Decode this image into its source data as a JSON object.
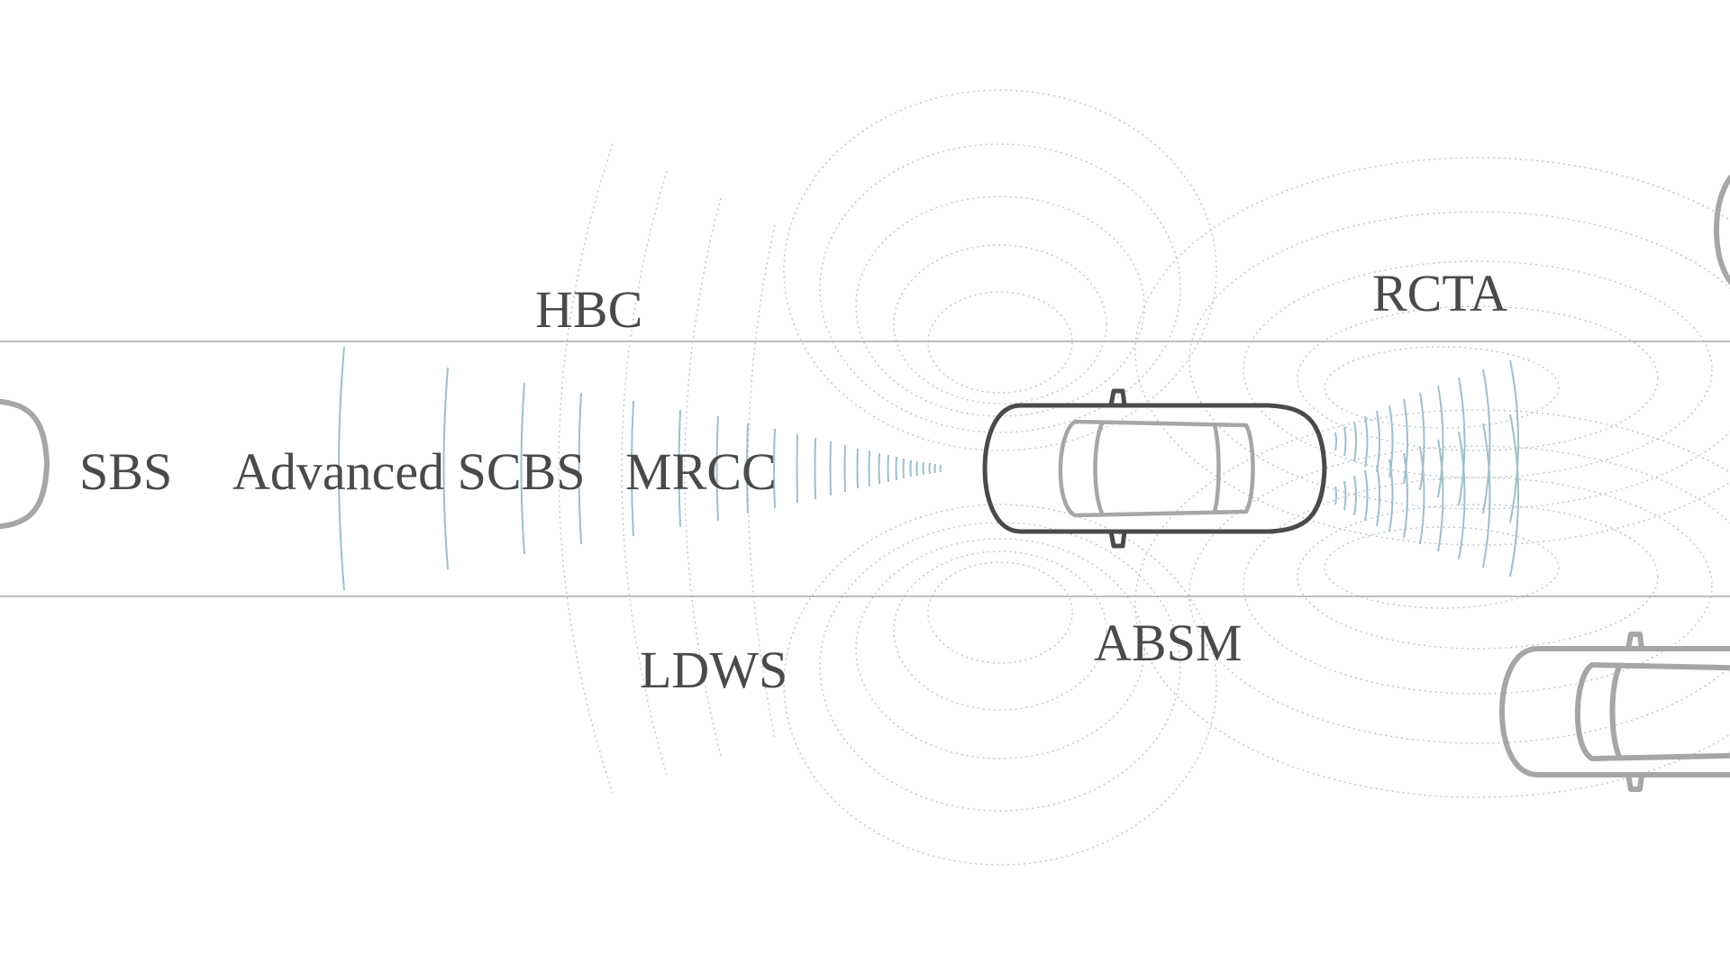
{
  "labels": {
    "sbs": "SBS",
    "advanced_scbs": "Advanced SCBS",
    "mrcc": "MRCC",
    "hbc": "HBC",
    "rcta": "RCTA",
    "ldws": "LDWS",
    "absm": "ABSM"
  },
  "colors": {
    "background": "#ffffff",
    "lane_line": "#a8a8a8",
    "label_text": "#4a4a4a",
    "ego_car_outline": "#4a4a4a",
    "other_car_outline": "#a6a6a6",
    "sensor_wave": "#9fbfcb",
    "dotted_field": "#b8c6cc"
  },
  "icons": [
    "ego-car-icon",
    "front-car-icon",
    "rear-car-top-icon",
    "rear-car-bottom-icon"
  ]
}
